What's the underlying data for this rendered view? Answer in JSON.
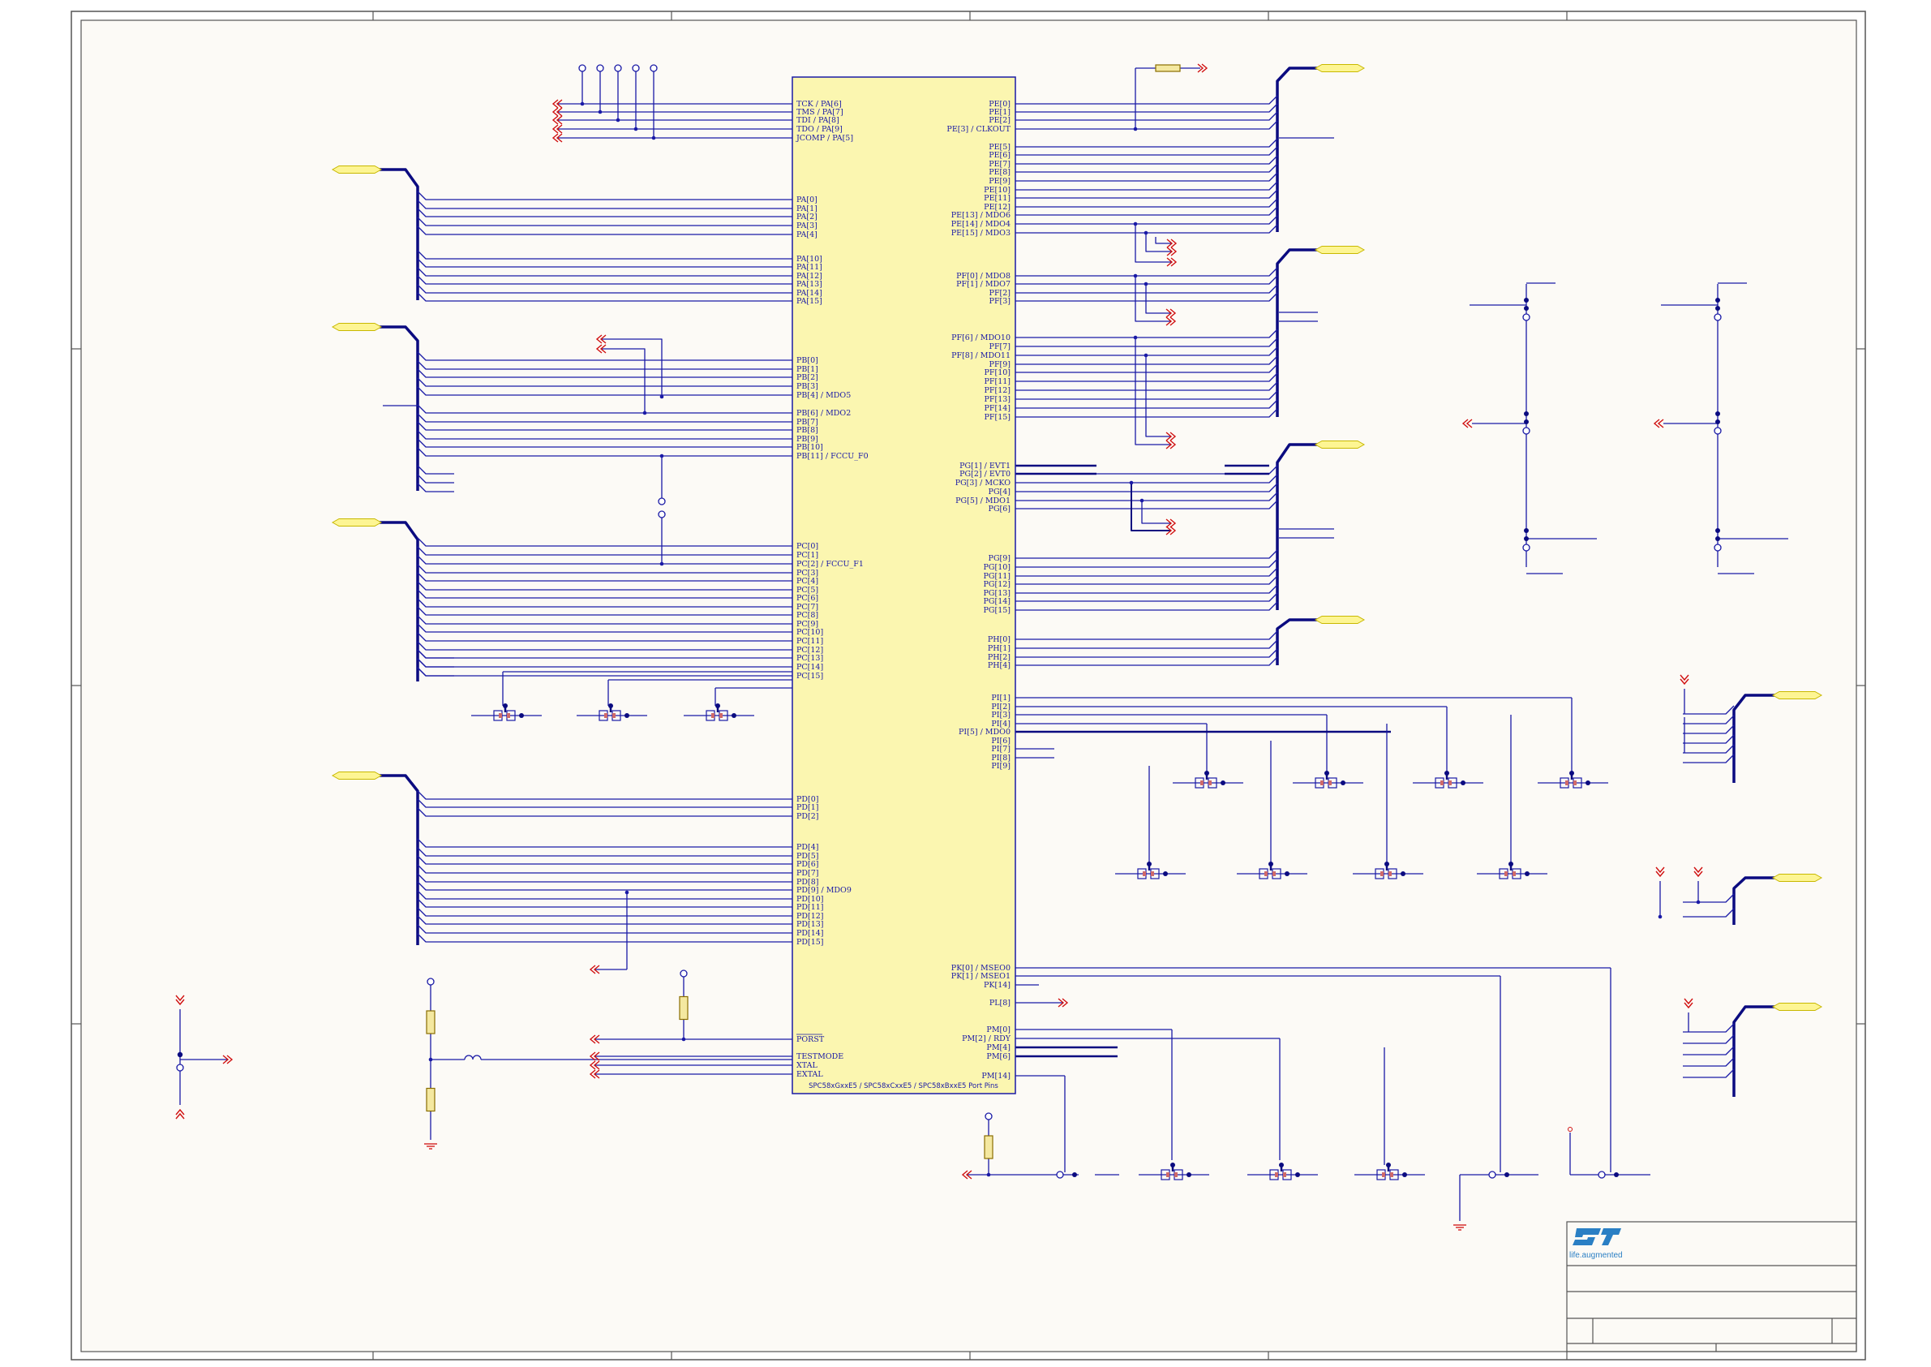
{
  "colors": {
    "paper": "#fcfaf6",
    "frame": "#555555",
    "wire": "#1a1aa6",
    "bus": "#0b0b80",
    "chip_fill": "#fbf6b0",
    "chip_stroke": "#1a1aa6",
    "port": "#fdf593",
    "power_red": "#d01010",
    "st_logo": "#2a7fc4"
  },
  "chip": {
    "caption": "SPC58xGxxE5 / SPC58xCxxE5 / SPC58xBxxE5 Port Pins",
    "left_pins": [
      {
        "name": "TCK / PA[6]"
      },
      {
        "name": "TMS / PA[7]"
      },
      {
        "name": "TDI / PA[8]"
      },
      {
        "name": "TDO / PA[9]"
      },
      {
        "name": "JCOMP / PA[5]"
      },
      {
        "name": "PA[0]"
      },
      {
        "name": "PA[1]"
      },
      {
        "name": "PA[2]"
      },
      {
        "name": "PA[3]"
      },
      {
        "name": "PA[4]"
      },
      {
        "name": "PA[10]"
      },
      {
        "name": "PA[11]"
      },
      {
        "name": "PA[12]"
      },
      {
        "name": "PA[13]"
      },
      {
        "name": "PA[14]"
      },
      {
        "name": "PA[15]"
      },
      {
        "name": "PB[0]"
      },
      {
        "name": "PB[1]"
      },
      {
        "name": "PB[2]"
      },
      {
        "name": "PB[3]"
      },
      {
        "name": "PB[4] / MDO5"
      },
      {
        "name": "PB[6] / MDO2"
      },
      {
        "name": "PB[7]"
      },
      {
        "name": "PB[8]"
      },
      {
        "name": "PB[9]"
      },
      {
        "name": "PB[10]"
      },
      {
        "name": "PB[11] / FCCU_F0"
      },
      {
        "name": "PC[0]"
      },
      {
        "name": "PC[1]"
      },
      {
        "name": "PC[2] / FCCU_F1"
      },
      {
        "name": "PC[3]"
      },
      {
        "name": "PC[4]"
      },
      {
        "name": "PC[5]"
      },
      {
        "name": "PC[6]"
      },
      {
        "name": "PC[7]"
      },
      {
        "name": "PC[8]"
      },
      {
        "name": "PC[9]"
      },
      {
        "name": "PC[10]"
      },
      {
        "name": "PC[11]"
      },
      {
        "name": "PC[12]"
      },
      {
        "name": "PC[13]"
      },
      {
        "name": "PC[14]"
      },
      {
        "name": "PC[15]"
      },
      {
        "name": "PD[0]"
      },
      {
        "name": "PD[1]"
      },
      {
        "name": "PD[2]"
      },
      {
        "name": "PD[4]"
      },
      {
        "name": "PD[5]"
      },
      {
        "name": "PD[6]"
      },
      {
        "name": "PD[7]"
      },
      {
        "name": "PD[8]"
      },
      {
        "name": "PD[9] / MDO9"
      },
      {
        "name": "PD[10]"
      },
      {
        "name": "PD[11]"
      },
      {
        "name": "PD[12]"
      },
      {
        "name": "PD[13]"
      },
      {
        "name": "PD[14]"
      },
      {
        "name": "PD[15]"
      },
      {
        "name": "PORST"
      },
      {
        "name": "TESTMODE"
      },
      {
        "name": "XTAL"
      },
      {
        "name": "EXTAL"
      }
    ],
    "right_pins": [
      {
        "name": "PE[0]"
      },
      {
        "name": "PE[1]"
      },
      {
        "name": "PE[2]"
      },
      {
        "name": "PE[3] / CLKOUT"
      },
      {
        "name": "PE[5]"
      },
      {
        "name": "PE[6]"
      },
      {
        "name": "PE[7]"
      },
      {
        "name": "PE[8]"
      },
      {
        "name": "PE[9]"
      },
      {
        "name": "PE[10]"
      },
      {
        "name": "PE[11]"
      },
      {
        "name": "PE[12]"
      },
      {
        "name": "PE[13] / MDO6"
      },
      {
        "name": "PE[14] / MDO4"
      },
      {
        "name": "PE[15] / MDO3"
      },
      {
        "name": "PF[0] / MDO8"
      },
      {
        "name": "PF[1] / MDO7"
      },
      {
        "name": "PF[2]"
      },
      {
        "name": "PF[3]"
      },
      {
        "name": "PF[6] / MDO10"
      },
      {
        "name": "PF[7]"
      },
      {
        "name": "PF[8] / MDO11"
      },
      {
        "name": "PF[9]"
      },
      {
        "name": "PF[10]"
      },
      {
        "name": "PF[11]"
      },
      {
        "name": "PF[12]"
      },
      {
        "name": "PF[13]"
      },
      {
        "name": "PF[14]"
      },
      {
        "name": "PF[15]"
      },
      {
        "name": "PG[1] / EVT1"
      },
      {
        "name": "PG[2] / EVT0"
      },
      {
        "name": "PG[3] / MCKO"
      },
      {
        "name": "PG[4]"
      },
      {
        "name": "PG[5] / MDO1"
      },
      {
        "name": "PG[6]"
      },
      {
        "name": "PG[9]"
      },
      {
        "name": "PG[10]"
      },
      {
        "name": "PG[11]"
      },
      {
        "name": "PG[12]"
      },
      {
        "name": "PG[13]"
      },
      {
        "name": "PG[14]"
      },
      {
        "name": "PG[15]"
      },
      {
        "name": "PH[0]"
      },
      {
        "name": "PH[1]"
      },
      {
        "name": "PH[2]"
      },
      {
        "name": "PH[4]"
      },
      {
        "name": "PI[1]"
      },
      {
        "name": "PI[2]"
      },
      {
        "name": "PI[3]"
      },
      {
        "name": "PI[4]"
      },
      {
        "name": "PI[5] / MDO0"
      },
      {
        "name": "PI[6]"
      },
      {
        "name": "PI[7]"
      },
      {
        "name": "PI[8]"
      },
      {
        "name": "PI[9]"
      },
      {
        "name": "PK[0] / MSEO0"
      },
      {
        "name": "PK[1] / MSEO1"
      },
      {
        "name": "PK[14]"
      },
      {
        "name": "PL[8]"
      },
      {
        "name": "PM[0]"
      },
      {
        "name": "PM[2] / RDY"
      },
      {
        "name": "PM[4]"
      },
      {
        "name": "PM[6]"
      },
      {
        "name": "PM[14]"
      }
    ]
  },
  "title_block": {
    "logo_mark": "ST",
    "logo_tagline": "life.augmented"
  }
}
